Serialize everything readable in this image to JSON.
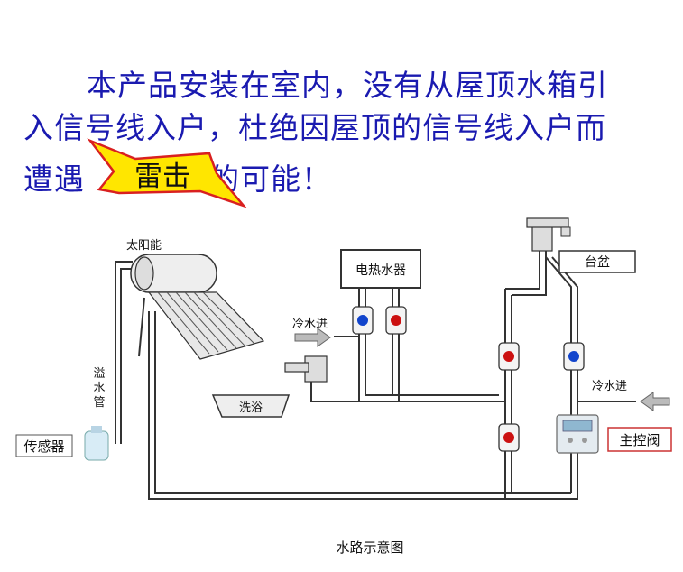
{
  "headline": {
    "line1": "本产品安装在室内，没有从屋顶水箱引",
    "line2": "入信号线入户，杜绝因屋顶的信号线入户而",
    "line3_before": "遭遇",
    "lightning_label": "雷击",
    "line3_after": "的可能！"
  },
  "diagram": {
    "solar_label": "太阳能",
    "overflow_pipe_label": [
      "溢",
      "水",
      "管"
    ],
    "sensor_label": "传感器",
    "water_heater_label": "电热水器",
    "cold_in_left": "冷水进",
    "bath_label": "洗浴",
    "basin_label": "台盆",
    "cold_in_right": "冷水进",
    "main_valve_label": "主控阀",
    "caption": "水路示意图"
  },
  "colors": {
    "headline_text": "#1a1ab0",
    "lightning_fill": "#ffe600",
    "lightning_stroke": "#d92020",
    "lightning_text": "#cc0000",
    "pipe": "#333333",
    "valve_hot": "#cc1111",
    "valve_cold": "#1144cc"
  }
}
